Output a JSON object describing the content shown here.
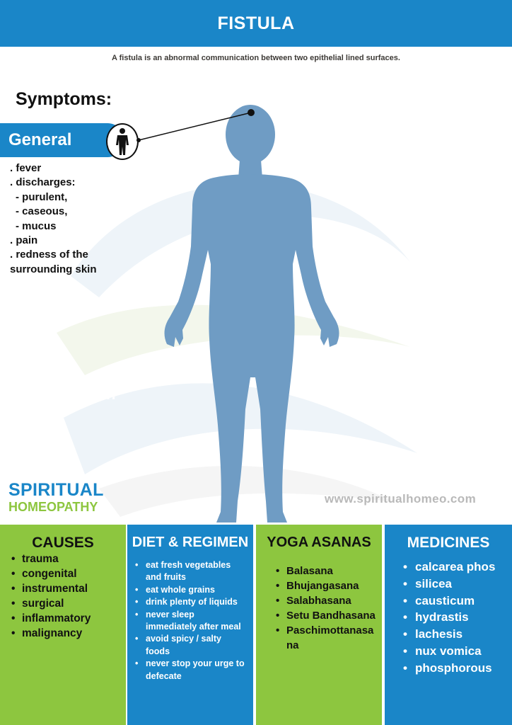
{
  "header": {
    "title": "FISTULA"
  },
  "subtitle": "A fistula is an abnormal communication between two epithelial lined surfaces.",
  "symptoms": {
    "heading": "Symptoms:",
    "general_label": "General",
    "items": [
      ". fever",
      ". discharges:",
      "  - purulent,",
      "  - caseous,",
      "  - mucus",
      ". pain",
      ". redness of the",
      "surrounding skin"
    ]
  },
  "watermark_text": "Skin",
  "brand": {
    "line1": "SPIRITUAL",
    "line2": "HOMEOPATHY"
  },
  "website": "www.spiritualhomeo.com",
  "panels": {
    "causes": {
      "title": "CAUSES",
      "items": [
        "trauma",
        "congenital",
        "instrumental",
        "surgical",
        "inflammatory",
        "malignancy"
      ]
    },
    "diet": {
      "title": "DIET & REGIMEN",
      "items": [
        "eat fresh vegetables and fruits",
        "eat whole grains",
        "drink plenty of liquids",
        "never sleep immediately after meal",
        "avoid spicy / salty foods",
        "never stop your urge to defecate"
      ]
    },
    "yoga": {
      "title": "YOGA ASANAS",
      "items": [
        "Balasana",
        "Bhujangasana",
        "Salabhasana",
        "Setu Bandhasana",
        "Paschimottanasana"
      ]
    },
    "medicines": {
      "title": "MEDICINES",
      "items": [
        "calcarea phos",
        "silicea",
        "causticum",
        "hydrastis",
        "lachesis",
        "nux vomica",
        "phosphorous"
      ]
    }
  },
  "colors": {
    "blue": "#1a86c8",
    "green": "#8dc63f",
    "figure": "#6f9cc4"
  },
  "icons": [
    "human-figure-icon",
    "human-body-silhouette"
  ]
}
